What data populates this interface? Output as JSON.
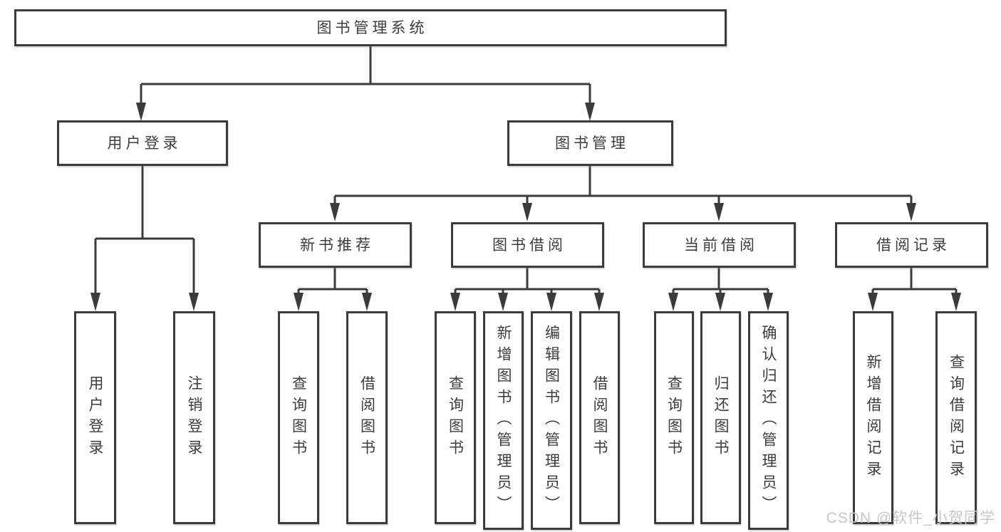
{
  "diagram": {
    "root": {
      "label": "图书管理系统"
    },
    "level2": [
      {
        "label": "用户登录"
      },
      {
        "label": "图书管理"
      }
    ],
    "level3": [
      {
        "label": "新书推荐"
      },
      {
        "label": "图书借阅"
      },
      {
        "label": "当前借阅"
      },
      {
        "label": "借阅记录"
      }
    ],
    "leaves": {
      "user_login": [
        "用户登录",
        "注销登录"
      ],
      "new_books": [
        "查询图书",
        "借阅图书"
      ],
      "book_borrow": [
        "查询图书",
        "新增图书（管理员）",
        "编辑图书（管理员）",
        "借阅图书"
      ],
      "current_borrow": [
        "查询图书",
        "归还图书",
        "确认归还（管理员）"
      ],
      "borrow_records": [
        "新增借阅记录",
        "查询借阅记录"
      ]
    }
  },
  "watermark": {
    "text": "CSDN @软件_小贺同学"
  },
  "colors": {
    "line": "#3b3b3b",
    "text": "#3c3c3c",
    "watermark": "#c7c7c7",
    "background": "#ffffff"
  }
}
